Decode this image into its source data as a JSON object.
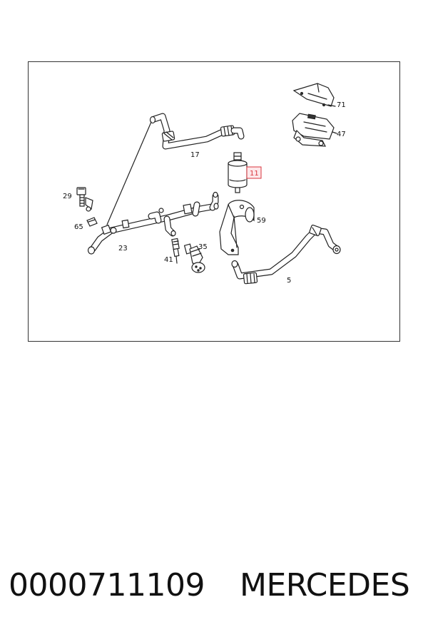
{
  "diagram": {
    "callouts": {
      "c71": "71",
      "c47": "47",
      "c17": "17",
      "c11": "11",
      "c29": "29",
      "c59": "59",
      "c65": "65",
      "c35": "35",
      "c23": "23",
      "c41": "41",
      "c5": "5"
    },
    "highlighted_callout": "11",
    "highlight_color": "#d9363e"
  },
  "footer": {
    "part_number": "0000711109",
    "brand": "MERCEDES"
  }
}
